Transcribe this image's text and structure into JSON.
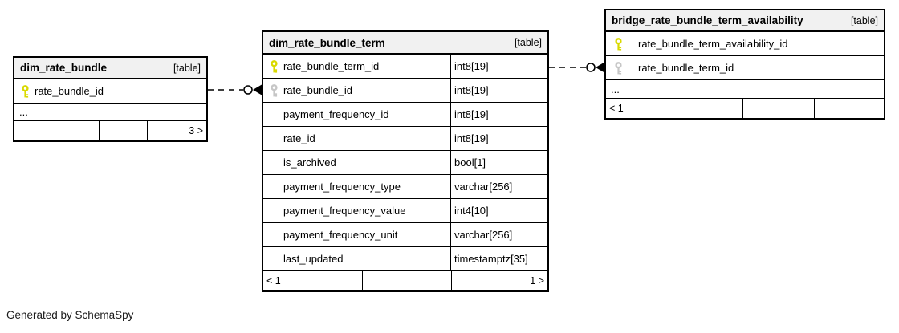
{
  "page": {
    "background": "#ffffff",
    "footer_note": "Generated by SchemaSpy"
  },
  "colors": {
    "header_bg": "#f1f1f1",
    "border": "#000000",
    "pk_key": "#d9d900",
    "fk_key": "#c6c6c6",
    "relationship_line": "#000000"
  },
  "tables": [
    {
      "name": "dim_rate_bundle",
      "tag": "[table]",
      "columns": [
        {
          "name": "rate_bundle_id",
          "key": "pk",
          "type": ""
        }
      ],
      "ellipsis": "...",
      "footer": {
        "left": "",
        "mid": "",
        "right": "3 >"
      }
    },
    {
      "name": "dim_rate_bundle_term",
      "tag": "[table]",
      "columns": [
        {
          "name": "rate_bundle_term_id",
          "key": "pk",
          "type": "int8[19]"
        },
        {
          "name": "rate_bundle_id",
          "key": "fk",
          "type": "int8[19]"
        },
        {
          "name": "payment_frequency_id",
          "key": "",
          "type": "int8[19]"
        },
        {
          "name": "rate_id",
          "key": "",
          "type": "int8[19]"
        },
        {
          "name": "is_archived",
          "key": "",
          "type": "bool[1]"
        },
        {
          "name": "payment_frequency_type",
          "key": "",
          "type": "varchar[256]"
        },
        {
          "name": "payment_frequency_value",
          "key": "",
          "type": "int4[10]"
        },
        {
          "name": "payment_frequency_unit",
          "key": "",
          "type": "varchar[256]"
        },
        {
          "name": "last_updated",
          "key": "",
          "type": "timestamptz[35]"
        }
      ],
      "footer": {
        "left": "< 1",
        "mid": "",
        "right": "1 >"
      }
    },
    {
      "name": "bridge_rate_bundle_term_availability",
      "tag": "[table]",
      "columns": [
        {
          "name": "rate_bundle_term_availability_id",
          "key": "pk",
          "type": ""
        },
        {
          "name": "rate_bundle_term_id",
          "key": "fk",
          "type": ""
        }
      ],
      "ellipsis": "...",
      "footer": {
        "left": "< 1",
        "mid": "",
        "right": ""
      }
    }
  ],
  "relationships": [
    {
      "from": "dim_rate_bundle.rate_bundle_id",
      "to": "dim_rate_bundle_term.rate_bundle_id"
    },
    {
      "from": "dim_rate_bundle_term.rate_bundle_term_id",
      "to": "bridge_rate_bundle_term_availability.rate_bundle_term_id"
    }
  ]
}
